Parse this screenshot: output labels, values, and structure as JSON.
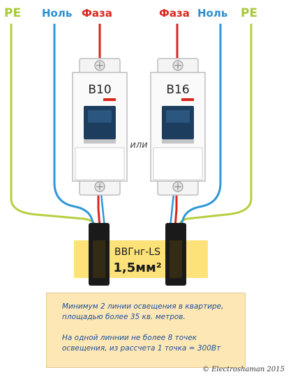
{
  "labels": {
    "pe": "PE",
    "neutral": "Ноль",
    "phase": "Фаза",
    "or": "или"
  },
  "breakers": [
    {
      "rating": "B10"
    },
    {
      "rating": "B16"
    }
  ],
  "cable": {
    "type": "ВВГнг-LS",
    "section": "1,5мм²"
  },
  "note": {
    "line1": "Минимум 2 линии освещения в квартире,",
    "line2": "площадью более 35 кв. метров.",
    "line3": "На одной линнии не более 8 точек",
    "line4": "освещения, из рассчета 1 точка = 300Вт"
  },
  "copyright": "© Electroshaman 2015",
  "colors": {
    "pe": "#b5cf3f",
    "neutral": "#2f97d6",
    "phase": "#d9261c",
    "label_phase": "#d9261c",
    "label_neutral": "#2a8fd0",
    "label_pe": "#a8c83a",
    "cable_band": "#fde27a",
    "sleeve": "#1a1a1a",
    "note_text": "#1d4f9a"
  }
}
